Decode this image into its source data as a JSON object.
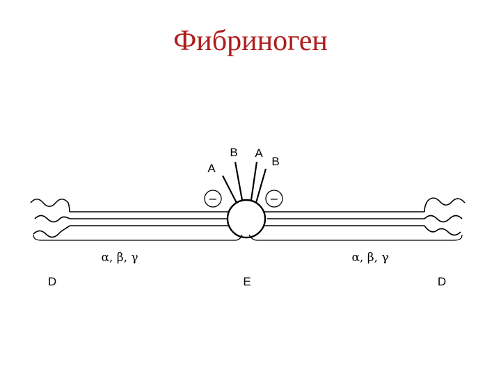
{
  "title": "Фибриноген",
  "diagram": {
    "chain_labels": {
      "a_left": "A",
      "b_left": "B",
      "a_right": "A",
      "b_right": "B"
    },
    "charge_symbol": "−",
    "subunits_left": "α, β, γ",
    "subunits_right": "α, β, γ",
    "domain_d_left": "D",
    "domain_e": "E",
    "domain_d_right": "D"
  }
}
